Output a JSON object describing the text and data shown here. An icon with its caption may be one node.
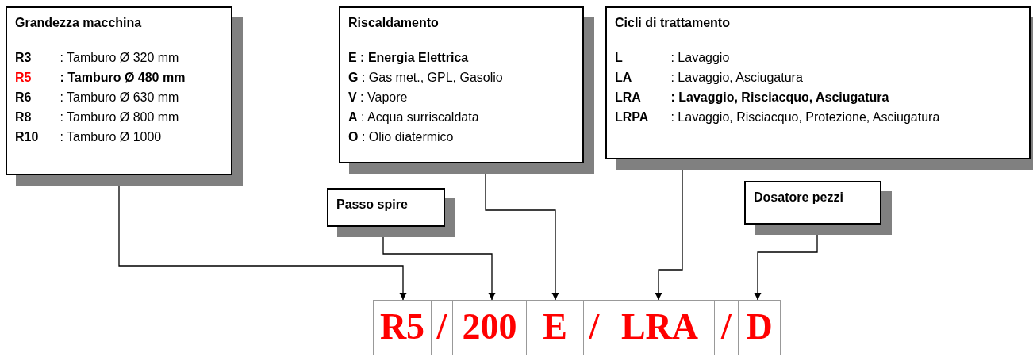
{
  "diagram": {
    "nodes": [
      {
        "text": [
          "Grandezza macchina",
          "**R3** : Tamburo  Ø 320 mm",
          "**R5** : Tamburo Ø 480 mm",
          "**R6** : Tamburo  Ø 630 mm",
          "**R8** : Tamburo  Ø 800 mm",
          "**R10** : Tamburo  Ø 1000"
        ]
      },
      {
        "text": [
          "Riscaldamento",
          "**E** : Energia Elettrica",
          "**G** : Gas met., GPL, Gasolio",
          "**V** : Vapore",
          "**A** : Acqua surriscaldata",
          "**O** : Olio diatermico"
        ]
      },
      {
        "text": [
          "Cicli di trattamento",
          "**L** : Lavaggio",
          "**LA** : Lavaggio, Asciugatura",
          "**LRA** : Lavaggio, Risciacquo, Asciugatura",
          "**LRPA** : Lavaggio, Risciacquo, Protezione, Asciugatura"
        ]
      },
      {
        "text": [
          "Passo spire"
        ]
      },
      {
        "text": [
          "Dosatore pezzi"
        ]
      },
      {
        "text": [
          "R5"
        ]
      },
      {
        "text": [
          "/"
        ]
      },
      {
        "text": [
          "200"
        ]
      },
      {
        "text": [
          "E"
        ]
      },
      {
        "text": [
          "/"
        ]
      },
      {
        "text": [
          "LRA"
        ]
      },
      {
        "text": [
          "/"
        ]
      },
      {
        "text": [
          "D"
        ]
      }
    ],
    "edges": [
      {
        "from": 0,
        "to": 5,
        "arrow": "to"
      },
      {
        "from": 3,
        "to": 7,
        "arrow": "to"
      },
      {
        "from": 1,
        "to": 8,
        "arrow": "to"
      },
      {
        "from": 2,
        "to": 10,
        "arrow": "to"
      },
      {
        "from": 4,
        "to": 12,
        "arrow": "to"
      }
    ]
  }
}
